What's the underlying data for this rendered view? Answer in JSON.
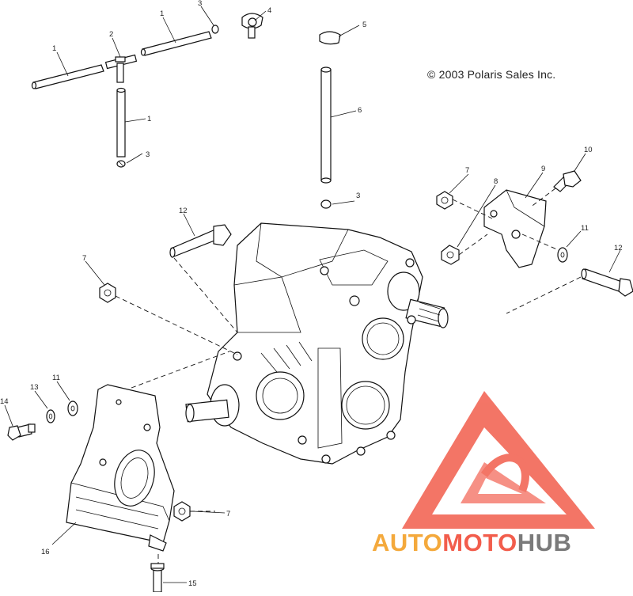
{
  "copyright": "© 2003 Polaris Sales Inc.",
  "callouts": {
    "c1a": "1",
    "c1b": "1",
    "c1c": "1",
    "c2": "2",
    "c3a": "3",
    "c3b": "3",
    "c3c": "3",
    "c4": "4",
    "c5": "5",
    "c6": "6",
    "c7a": "7",
    "c7b": "7",
    "c7c": "7",
    "c8": "8",
    "c9": "9",
    "c10": "10",
    "c11a": "11",
    "c11b": "11",
    "c12a": "12",
    "c12b": "12",
    "c13": "13",
    "c14": "14",
    "c15": "15",
    "c16": "16"
  },
  "watermark": {
    "part1": "AUTO",
    "part2": "MOTO",
    "part3": "HUB"
  },
  "colors": {
    "watermark_red": "#f25d4c",
    "watermark_orange": "#f4a93c",
    "watermark_gray": "#7a7a7a"
  }
}
